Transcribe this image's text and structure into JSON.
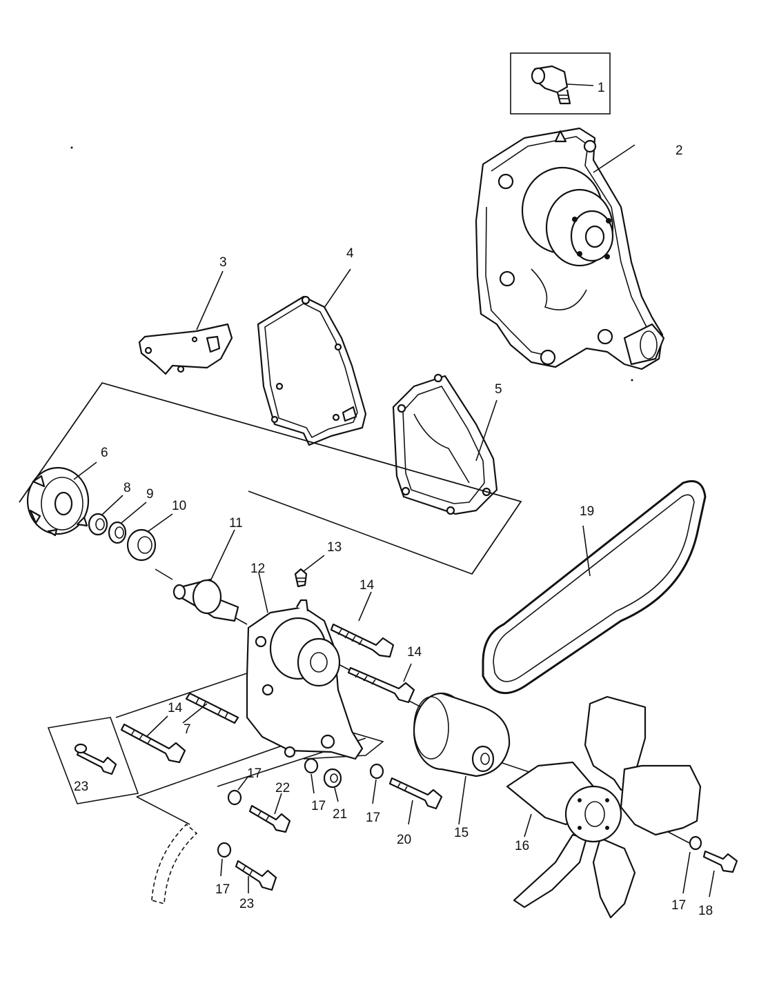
{
  "callouts": [
    {
      "id": "c1",
      "text": "1"
    },
    {
      "id": "c2",
      "text": "2"
    },
    {
      "id": "c3",
      "text": "3"
    },
    {
      "id": "c4",
      "text": "4"
    },
    {
      "id": "c5",
      "text": "5"
    },
    {
      "id": "c6",
      "text": "6"
    },
    {
      "id": "c7",
      "text": "7"
    },
    {
      "id": "c8",
      "text": "8"
    },
    {
      "id": "c9",
      "text": "9"
    },
    {
      "id": "c10",
      "text": "10"
    },
    {
      "id": "c11",
      "text": "11"
    },
    {
      "id": "c12",
      "text": "12"
    },
    {
      "id": "c13",
      "text": "13"
    },
    {
      "id": "c14a",
      "text": "14"
    },
    {
      "id": "c14b",
      "text": "14"
    },
    {
      "id": "c14c",
      "text": "14"
    },
    {
      "id": "c15",
      "text": "15"
    },
    {
      "id": "c16",
      "text": "16"
    },
    {
      "id": "c17a",
      "text": "17"
    },
    {
      "id": "c17b",
      "text": "17"
    },
    {
      "id": "c17c",
      "text": "17"
    },
    {
      "id": "c17d",
      "text": "17"
    },
    {
      "id": "c17e",
      "text": "17"
    },
    {
      "id": "c18",
      "text": "18"
    },
    {
      "id": "c19",
      "text": "19"
    },
    {
      "id": "c20",
      "text": "20"
    },
    {
      "id": "c21",
      "text": "21"
    },
    {
      "id": "c22",
      "text": "22"
    },
    {
      "id": "c23a",
      "text": "23"
    },
    {
      "id": "c23b",
      "text": "23"
    }
  ]
}
